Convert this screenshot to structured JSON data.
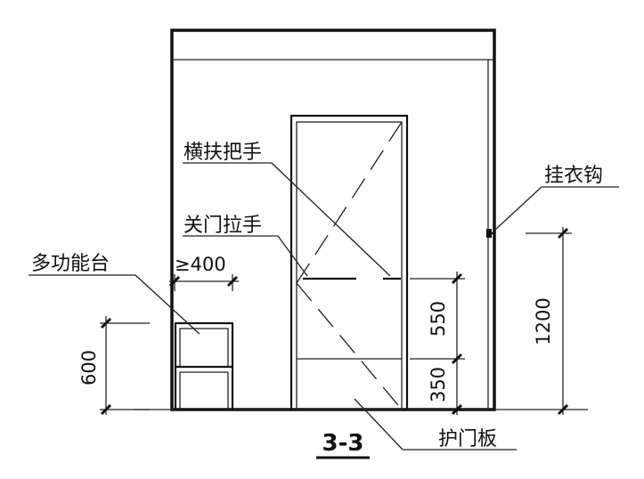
{
  "title": "3-3",
  "labels": {
    "grab_bar": "横扶把手",
    "door_pull": "关门拉手",
    "coat_hook": "挂衣钩",
    "multi_counter": "多功能台",
    "door_guard": "护门板"
  },
  "dimensions": {
    "counter_width": "≥400",
    "counter_height": "600",
    "handle_height": "550",
    "guard_height": "350",
    "hook_height": "1200"
  },
  "colors": {
    "line": "#111111",
    "background": "#ffffff"
  }
}
